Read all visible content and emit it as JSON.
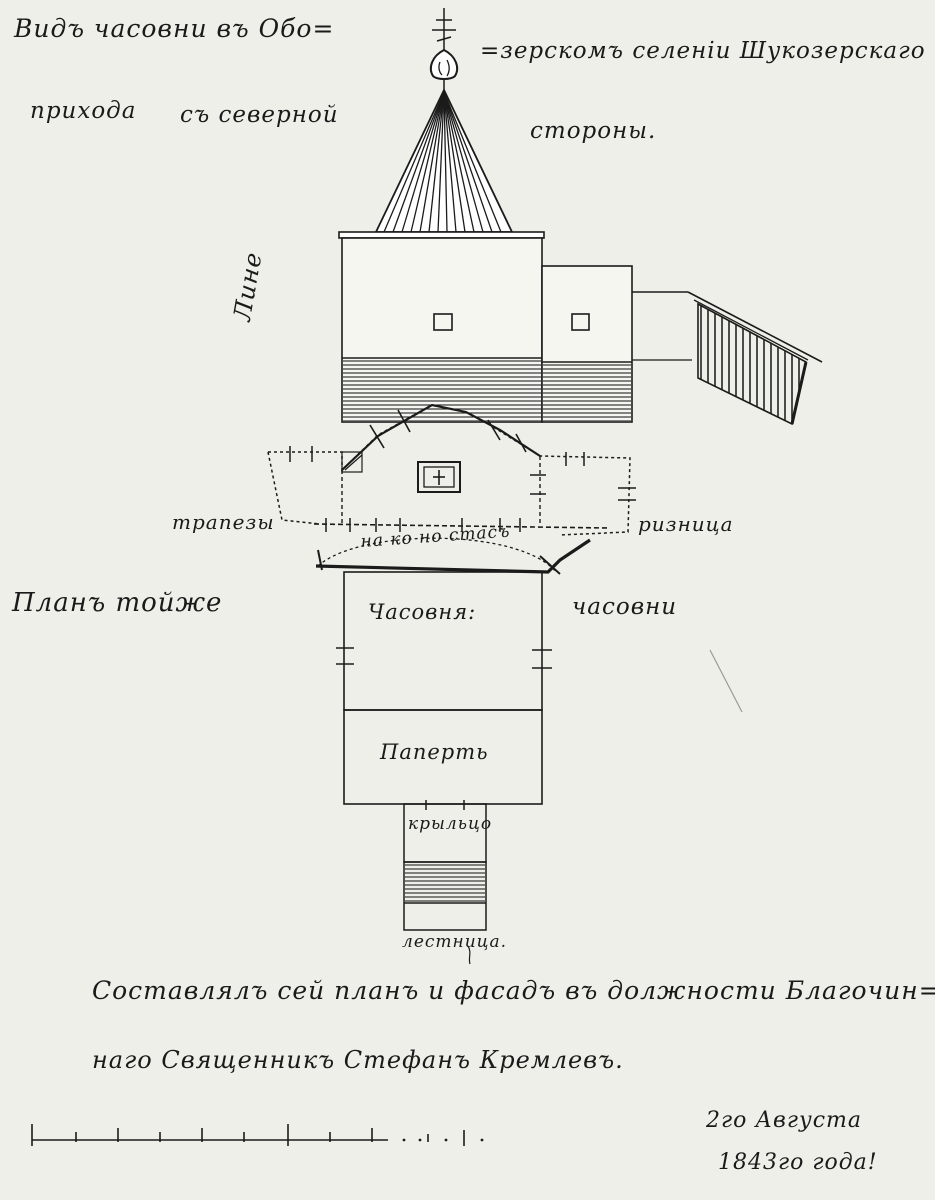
{
  "title": {
    "line1_left": "Видъ часовни въ Обо=",
    "line1_right": "=зерскомъ селеніи Шукозерскаго",
    "line2_left": "прихода",
    "line2_mid": "съ северной",
    "line2_right": "стороны."
  },
  "elevation": {
    "side_label": "Лине"
  },
  "plan": {
    "label_left": "Планъ тойже",
    "label_right": "часовни",
    "trapeza_left": "трапезы",
    "trapeza_right": "ризница",
    "niche_label": "на ко но стасъ",
    "chapel_label": "Часовня:",
    "porch_label": "Паперть",
    "stoop_label": "крыльцо",
    "stairs_label": "лестница."
  },
  "caption": {
    "line1": "Составлялъ сей планъ и фасадъ въ должности Благочин=",
    "line2": "наго Священникъ Стефанъ Кремлевъ."
  },
  "date": {
    "line1": "2го Августа",
    "line2": "1843го года!"
  },
  "colors": {
    "paper": "#efefe9",
    "ink": "#1b1b1b"
  }
}
